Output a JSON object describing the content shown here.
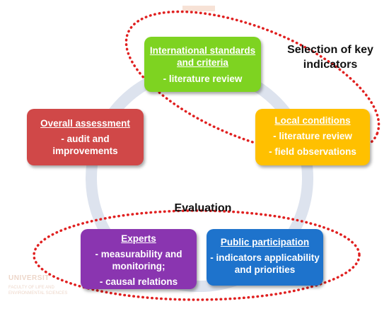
{
  "colors": {
    "green": "#7ed321",
    "orange": "#ffc000",
    "red": "#d04848",
    "purple": "#8a35b0",
    "blue": "#1e73cc",
    "ring": "#dde3ee",
    "dotted": "#e02020"
  },
  "nodes": {
    "international": {
      "title": "International standards and criteria",
      "title_lines": [
        "International standards",
        "and criteria"
      ],
      "items": [
        "- literature review"
      ]
    },
    "local": {
      "title": "Local conditions",
      "items": [
        "- literature review",
        "- field observations"
      ]
    },
    "overall": {
      "title": "Overall assessment",
      "items": [
        "- audit and",
        "improvements"
      ]
    },
    "experts": {
      "title": "Experts",
      "items": [
        "- measurability and",
        "monitoring;",
        "- causal relations"
      ]
    },
    "public": {
      "title": "Public participation",
      "items": [
        "- indicators applicability",
        "and priorities"
      ]
    }
  },
  "groups": {
    "selection": {
      "lines": [
        "Selection of key",
        "indicators"
      ]
    },
    "evaluation": {
      "label": "Evaluation"
    }
  },
  "watermark": {
    "lines": [
      "UNIVERSIT",
      "FACULTY OF LIFE AND",
      "ENVIRONMENTAL SCIENCES"
    ]
  }
}
